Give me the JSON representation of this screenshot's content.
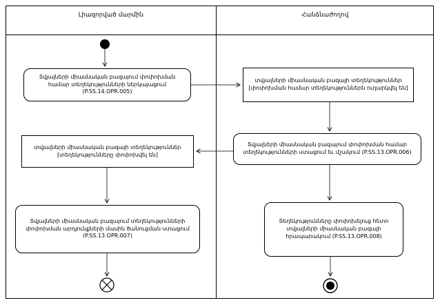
{
  "lanes": {
    "left": {
      "title": "Լիազորված մարմին"
    },
    "right": {
      "title": "Հանձնաժողով"
    }
  },
  "nodes": {
    "submit": {
      "text": "Տվյալների միասնական բազայում փոփոխման համար տեղեկությունների ներկայացում (P.SS.14.OPR.005)"
    },
    "info_sent": {
      "title": "տվյալների միասնական բազայի տեղեկություններ",
      "state": "[փոփոխման համար տեղեկություններն ուղարկվել են]"
    },
    "receive_process": {
      "text": "Տվյալների միասնական բազայում փոփոխման համար տեղեկությունների ստացում եւ մշակում (P.SS.13.OPR.006)"
    },
    "info_changed": {
      "title": "տվյալների միասնական բազայի տեղեկություններ",
      "state": "[տեղեկությունները փոփոխվել են]"
    },
    "notify_receive": {
      "text": "Տվյալների միասնական բազայում տեղեկությունների փոփոխման արդյունքների մասին ծանուցման ստացում (P.SS.13.OPR.007)"
    },
    "publish": {
      "text": "Տեղեկությունները փոփոխելուց հետո տվյալների միասնական բազայի հրապարակում (P.SS.13.OPR.008)"
    }
  },
  "colors": {
    "border": "#000000",
    "line": "#3a3a3a",
    "background": "#ffffff"
  }
}
